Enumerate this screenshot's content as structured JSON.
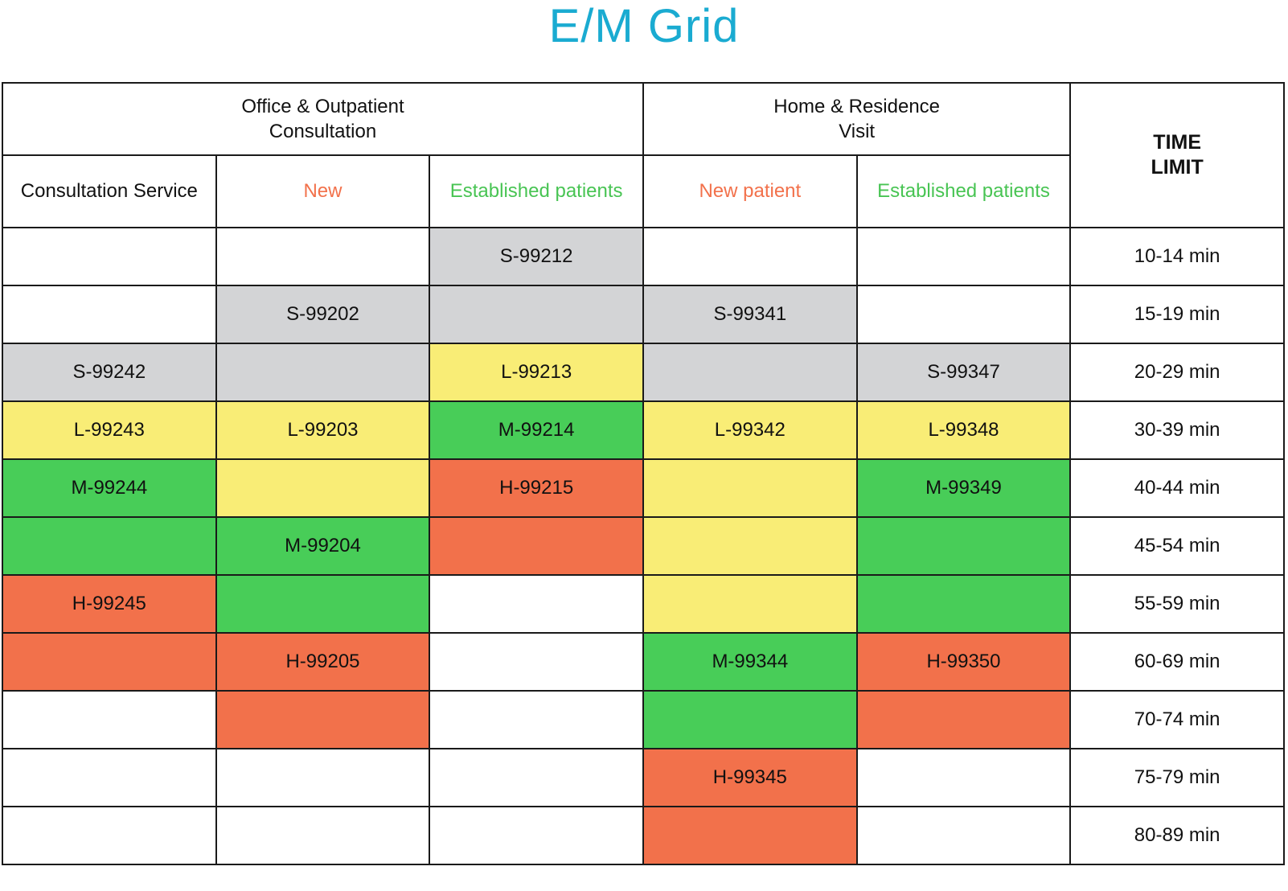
{
  "title": "E/M Grid",
  "header": {
    "group_office_line1": "Office & Outpatient",
    "group_office_line2": "Consultation",
    "group_home_line1": "Home & Residence",
    "group_home_line2": "Visit",
    "time_line1": "TIME",
    "time_line2": "LIMIT",
    "columns": [
      {
        "label": "Consultation Service",
        "color": "#111111"
      },
      {
        "label": "New",
        "color": "#f2714b"
      },
      {
        "label": "Established patients",
        "color": "#48c453"
      },
      {
        "label": "New patient",
        "color": "#f2714b"
      },
      {
        "label": "Established patients",
        "color": "#48c453"
      }
    ]
  },
  "palette": {
    "grey": "#d3d4d6",
    "yellow": "#f9ed76",
    "green": "#48cd58",
    "orange": "#f2714b",
    "title": "#1aabd1"
  },
  "rows": [
    {
      "time": "10-14 min",
      "cells": [
        {
          "text": "",
          "fill": "white"
        },
        {
          "text": "",
          "fill": "white"
        },
        {
          "text": "S-99212",
          "fill": "grey"
        },
        {
          "text": "",
          "fill": "white"
        },
        {
          "text": "",
          "fill": "white"
        }
      ]
    },
    {
      "time": "15-19 min",
      "cells": [
        {
          "text": "",
          "fill": "white"
        },
        {
          "text": "S-99202",
          "fill": "grey"
        },
        {
          "text": "",
          "fill": "grey"
        },
        {
          "text": "S-99341",
          "fill": "grey"
        },
        {
          "text": "",
          "fill": "white"
        }
      ]
    },
    {
      "time": "20-29 min",
      "cells": [
        {
          "text": "S-99242",
          "fill": "grey"
        },
        {
          "text": "",
          "fill": "grey"
        },
        {
          "text": "L-99213",
          "fill": "yellow"
        },
        {
          "text": "",
          "fill": "grey"
        },
        {
          "text": "S-99347",
          "fill": "grey"
        }
      ]
    },
    {
      "time": "30-39 min",
      "cells": [
        {
          "text": "L-99243",
          "fill": "yellow"
        },
        {
          "text": "L-99203",
          "fill": "yellow"
        },
        {
          "text": "M-99214",
          "fill": "green"
        },
        {
          "text": "L-99342",
          "fill": "yellow"
        },
        {
          "text": "L-99348",
          "fill": "yellow"
        }
      ]
    },
    {
      "time": "40-44 min",
      "cells": [
        {
          "text": "M-99244",
          "fill": "green"
        },
        {
          "text": "",
          "fill": "yellow"
        },
        {
          "text": "H-99215",
          "fill": "orange"
        },
        {
          "text": "",
          "fill": "yellow"
        },
        {
          "text": "M-99349",
          "fill": "green"
        }
      ]
    },
    {
      "time": "45-54 min",
      "cells": [
        {
          "text": "",
          "fill": "green"
        },
        {
          "text": "M-99204",
          "fill": "green"
        },
        {
          "text": "",
          "fill": "orange"
        },
        {
          "text": "",
          "fill": "yellow"
        },
        {
          "text": "",
          "fill": "green"
        }
      ]
    },
    {
      "time": "55-59 min",
      "cells": [
        {
          "text": "H-99245",
          "fill": "orange"
        },
        {
          "text": "",
          "fill": "green"
        },
        {
          "text": "",
          "fill": "white"
        },
        {
          "text": "",
          "fill": "yellow"
        },
        {
          "text": "",
          "fill": "green"
        }
      ]
    },
    {
      "time": "60-69 min",
      "cells": [
        {
          "text": "",
          "fill": "orange"
        },
        {
          "text": "H-99205",
          "fill": "orange"
        },
        {
          "text": "",
          "fill": "white"
        },
        {
          "text": "M-99344",
          "fill": "green"
        },
        {
          "text": "H-99350",
          "fill": "orange"
        }
      ]
    },
    {
      "time": "70-74 min",
      "cells": [
        {
          "text": "",
          "fill": "white"
        },
        {
          "text": "",
          "fill": "orange"
        },
        {
          "text": "",
          "fill": "white"
        },
        {
          "text": "",
          "fill": "green"
        },
        {
          "text": "",
          "fill": "orange"
        }
      ]
    },
    {
      "time": "75-79 min",
      "cells": [
        {
          "text": "",
          "fill": "white"
        },
        {
          "text": "",
          "fill": "white"
        },
        {
          "text": "",
          "fill": "white"
        },
        {
          "text": "H-99345",
          "fill": "orange"
        },
        {
          "text": "",
          "fill": "white"
        }
      ]
    },
    {
      "time": "80-89 min",
      "cells": [
        {
          "text": "",
          "fill": "white"
        },
        {
          "text": "",
          "fill": "white"
        },
        {
          "text": "",
          "fill": "white"
        },
        {
          "text": "",
          "fill": "orange"
        },
        {
          "text": "",
          "fill": "white"
        }
      ]
    }
  ]
}
